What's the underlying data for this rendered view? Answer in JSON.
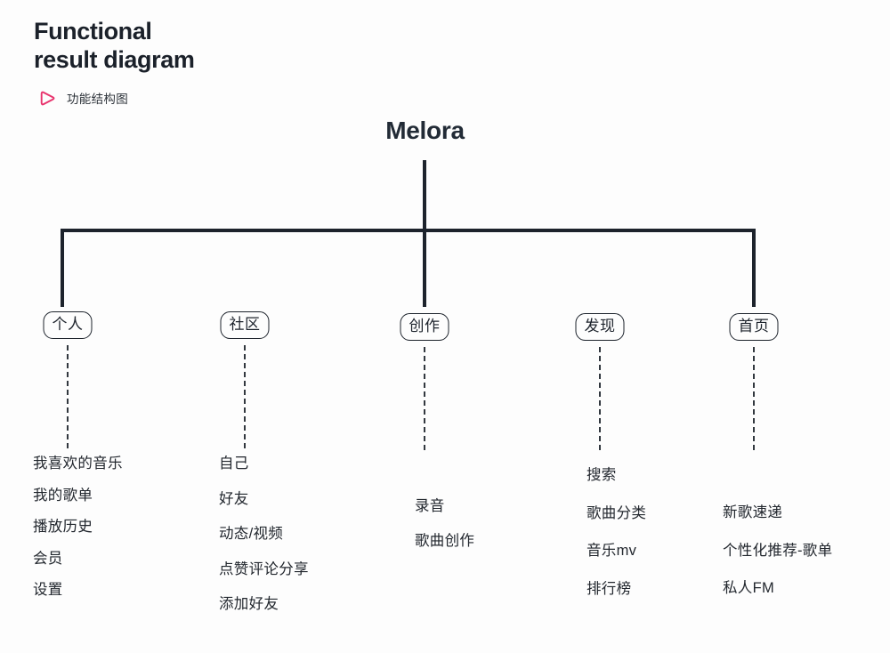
{
  "header": {
    "title": "Functional\nresult diagram",
    "subtitle": "功能结构图",
    "icon_name": "play-triangle-icon",
    "accent_color": "#e8336d",
    "text_color": "#1b212a"
  },
  "diagram": {
    "root_label": "Melora",
    "line_color": "#1d232c",
    "background": "#fdfdfd",
    "branches": [
      {
        "label": "个人",
        "children": [
          "我喜欢的音乐",
          "我的歌单",
          "播放历史",
          "会员",
          "设置"
        ]
      },
      {
        "label": "社区",
        "children": [
          "自己",
          "好友",
          "动态/视频",
          "点赞评论分享",
          "添加好友"
        ]
      },
      {
        "label": "创作",
        "children": [
          "录音",
          "歌曲创作"
        ]
      },
      {
        "label": "发现",
        "children": [
          "搜索",
          "歌曲分类",
          "音乐mv",
          "排行榜"
        ]
      },
      {
        "label": "首页",
        "children": [
          "新歌速递",
          "个性化推荐-歌单",
          "私人FM"
        ]
      }
    ]
  }
}
